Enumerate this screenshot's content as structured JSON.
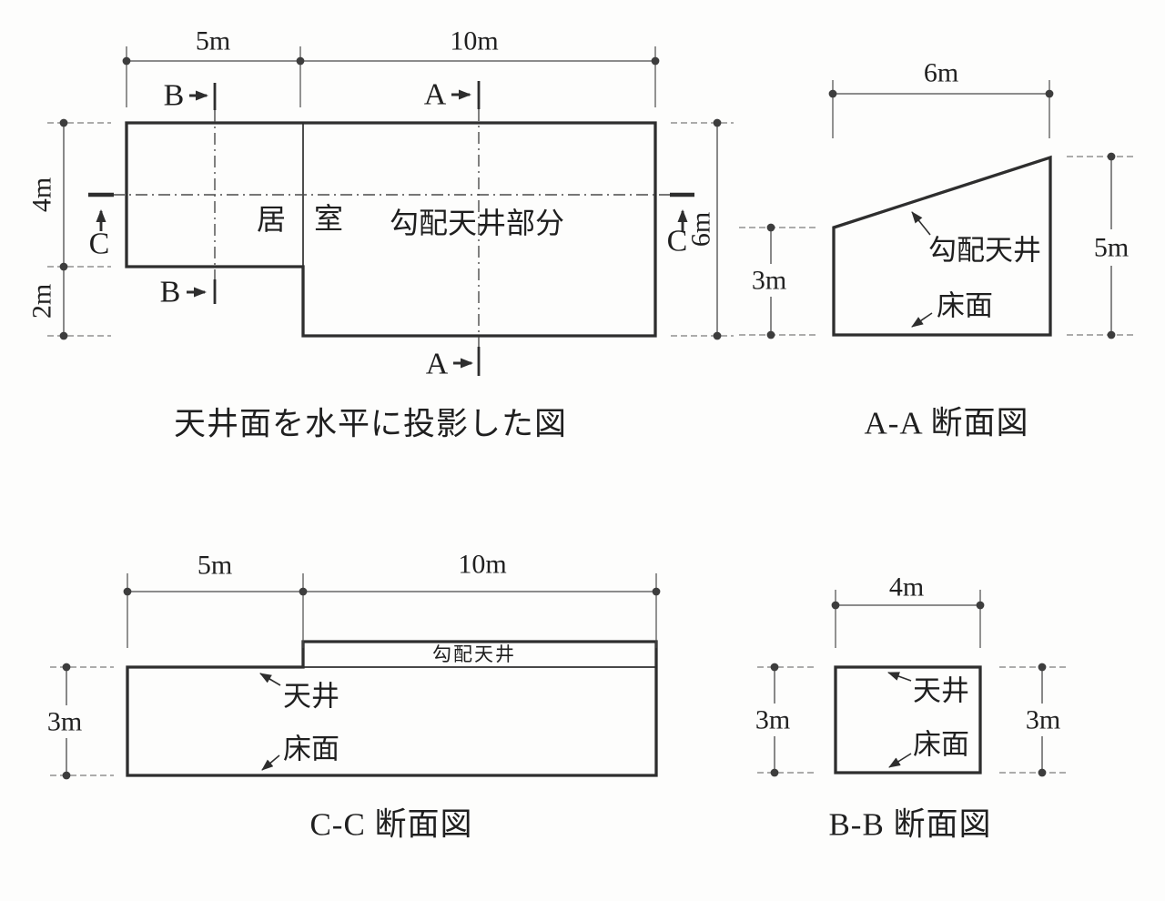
{
  "plan": {
    "title": "天井面を水平に投影した図",
    "dims": {
      "top_left": "5m",
      "top_right": "10m",
      "left_upper": "4m",
      "left_lower": "2m",
      "right": "6m"
    },
    "labels": {
      "room_1": "居",
      "room_2": "室",
      "sloped_area": "勾配天井部分"
    },
    "sections": {
      "a": "A",
      "b": "B",
      "c": "C"
    }
  },
  "section_aa": {
    "title": "A-A 断面図",
    "dims": {
      "width": "6m",
      "left": "3m",
      "right": "5m"
    },
    "labels": {
      "sloped_ceiling": "勾配天井",
      "floor": "床面"
    }
  },
  "section_cc": {
    "title": "C-C 断面図",
    "dims": {
      "left_width": "5m",
      "right_width": "10m",
      "height": "3m"
    },
    "labels": {
      "sloped_ceiling": "勾配天井",
      "ceiling": "天井",
      "floor": "床面"
    }
  },
  "section_bb": {
    "title": "B-B 断面図",
    "dims": {
      "width": "4m",
      "left": "3m",
      "right": "3m"
    },
    "labels": {
      "ceiling": "天井",
      "floor": "床面"
    }
  },
  "colors": {
    "ink": "#2e2e2e",
    "ink2": "#4a4a4a",
    "paper": "#fdfdfc",
    "dotc": "#3d3d3d",
    "text": "#1f1f1f"
  }
}
